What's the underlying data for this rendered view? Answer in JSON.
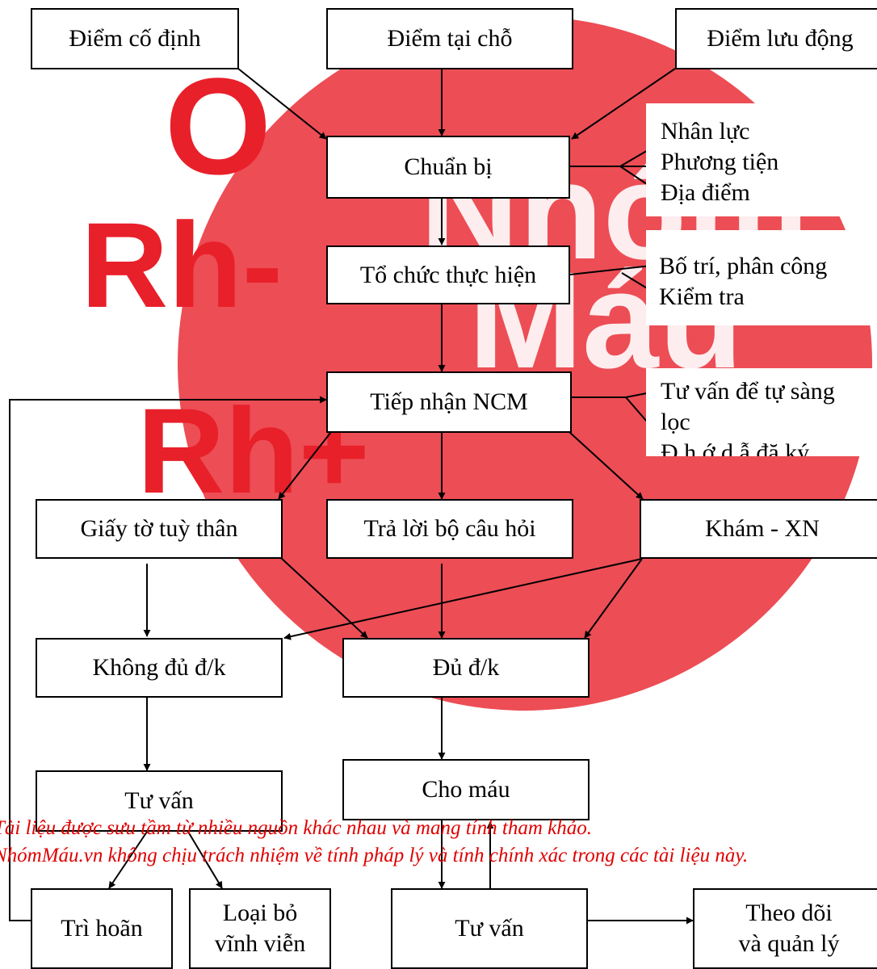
{
  "watermark": {
    "left_text": [
      "Rh-",
      "Rh+"
    ],
    "circle_text": [
      "Nhóm",
      "Máu"
    ],
    "accent_color": "#e8202a"
  },
  "nodes": {
    "diem_co_dinh": "Điểm cố định",
    "diem_tai_cho": "Điểm tại chỗ",
    "diem_luu_dong": "Điểm lưu động",
    "chuan_bi": "Chuẩn bị",
    "to_chuc": "Tổ chức thực hiện",
    "tiep_nhan": "Tiếp nhận NCM",
    "giay_to": "Giấy tờ tuỳ thân",
    "tra_loi": "Trả lời bộ câu hỏi",
    "kham": "Khám - XN",
    "khong_du": "Không đủ đ/k",
    "du": "Đủ đ/k",
    "tu_van_left": "Tư vấn",
    "cho_mau": "Cho máu",
    "tri_hoan": "Trì hoãn",
    "loai_bo": "Loại bỏ\nvĩnh viễn",
    "tu_van_right": "Tư vấn",
    "theo_doi": "Theo dõi\nvà quản lý"
  },
  "side_notes": {
    "chuan_bi": [
      "Nhân lực",
      "Phương tiện",
      "Địa điểm"
    ],
    "to_chuc": [
      "Bố trí, phân công",
      "Kiểm tra"
    ],
    "tiep_nhan": [
      "Tư vấn để tự sàng",
      "lọc",
      "Đ h ớ d ẫ đă ký"
    ]
  },
  "disclaimer": {
    "line1": "Tài liệu được sưu tầm từ nhiều nguồn khác nhau và mang tính tham khảo.",
    "line2": "NhómMáu.vn không chịu trách nhiệm về tính pháp lý và tính chính xác trong các tài liệu này.",
    "color": "#e00000"
  }
}
